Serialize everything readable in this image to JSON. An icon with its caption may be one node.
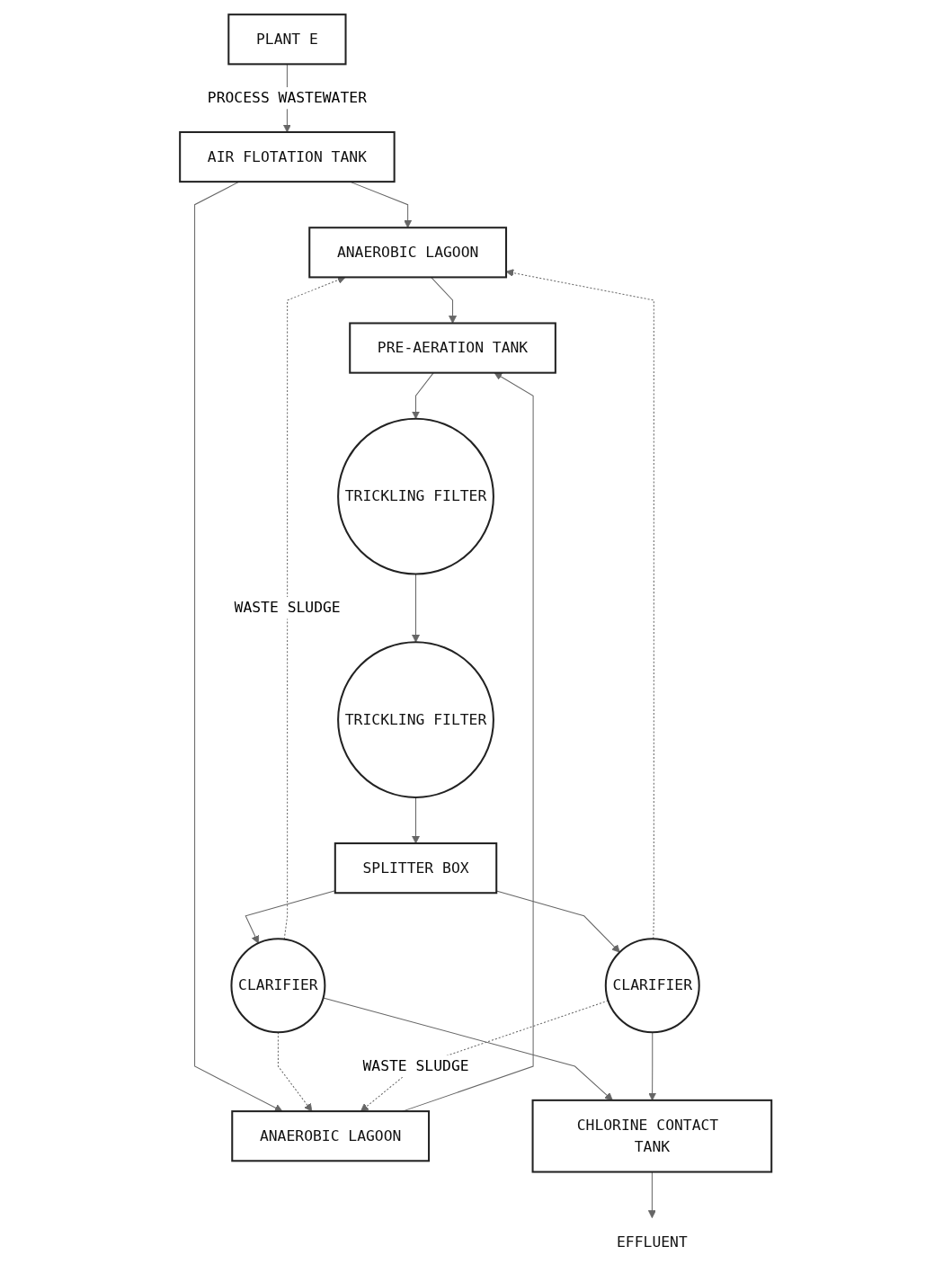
{
  "diagram": {
    "nodes": [
      {
        "text": [
          "PLANT E"
        ]
      },
      {
        "text": [
          "AIR FLOTATION TANK"
        ]
      },
      {
        "text": [
          "ANAEROBIC LAGOON"
        ]
      },
      {
        "text": [
          "ANAEROBIC LAGOON"
        ]
      },
      {
        "text": [
          "PRE-AERATION TANK"
        ]
      },
      {
        "text": [
          "TRICKLING FILTER"
        ]
      },
      {
        "text": [
          "TRICKLING FILTER"
        ]
      },
      {
        "text": [
          "SPLITTER BOX"
        ]
      },
      {
        "text": [
          "CLARIFIER"
        ]
      },
      {
        "text": [
          "CLARIFIER"
        ]
      },
      {
        "text": [
          "CHLORINE CONTACT TANK"
        ]
      },
      {
        "text": [
          "EFFLUENT"
        ]
      }
    ],
    "edges": [
      {
        "from": 0,
        "to": 1,
        "arrow": "to",
        "label": "PROCESS WASTEWATER"
      },
      {
        "from": 1,
        "to": 2,
        "arrow": "to"
      },
      {
        "from": 1,
        "to": 3,
        "arrow": "to"
      },
      {
        "from": 2,
        "to": 4,
        "arrow": "to"
      },
      {
        "from": 3,
        "to": 4,
        "arrow": "to"
      },
      {
        "from": 4,
        "to": 5,
        "arrow": "to"
      },
      {
        "from": 5,
        "to": 6,
        "arrow": "to"
      },
      {
        "from": 6,
        "to": 7,
        "arrow": "to"
      },
      {
        "from": 7,
        "to": 8,
        "arrow": "to"
      },
      {
        "from": 7,
        "to": 9,
        "arrow": "to"
      },
      {
        "from": 8,
        "to": 10,
        "arrow": "to"
      },
      {
        "from": 9,
        "to": 10,
        "arrow": "to"
      },
      {
        "from": 10,
        "to": 11,
        "arrow": "to"
      },
      {
        "from": 8,
        "to": 2,
        "arrow": "to",
        "style": "dashed",
        "label": "WASTE SLUDGE"
      },
      {
        "from": 8,
        "to": 3,
        "arrow": "to",
        "style": "dashed"
      },
      {
        "from": 9,
        "to": 2,
        "arrow": "to",
        "style": "dashed"
      },
      {
        "from": 9,
        "to": 3,
        "arrow": "to",
        "style": "dashed",
        "label": "WASTE SLUDGE"
      }
    ]
  }
}
